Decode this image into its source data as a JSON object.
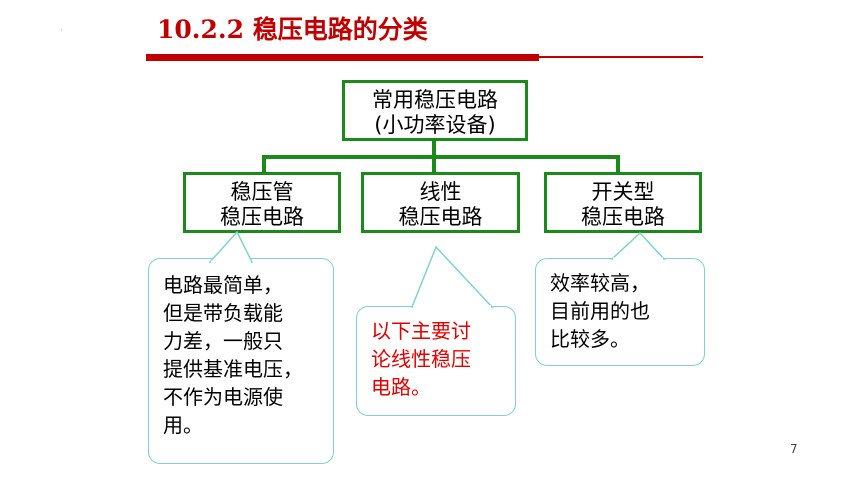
{
  "title": "10.2.2 稳压电路的分类",
  "root": {
    "line1": "常用稳压电路",
    "line2": "(小功率设备)"
  },
  "children": [
    {
      "line1": "稳压管",
      "line2": "稳压电路"
    },
    {
      "line1": "线性",
      "line2": "稳压电路"
    },
    {
      "line1": "开关型",
      "line2": "稳压电路"
    }
  ],
  "notes": {
    "left": [
      "电路最简单，",
      "但是带负载能",
      "力差，一般只",
      "提供基准电压，",
      "不作为电源使",
      "用。"
    ],
    "middle": [
      "以下主要讨",
      "论线性稳压",
      "电路。"
    ],
    "right": [
      "效率较高，",
      "目前用的也",
      "比较多。"
    ]
  },
  "page_number": "7",
  "colors": {
    "title": "#c00000",
    "box_border": "#1b8a1b",
    "bubble_border": "#7fd3c8",
    "highlight": "#e00000"
  }
}
